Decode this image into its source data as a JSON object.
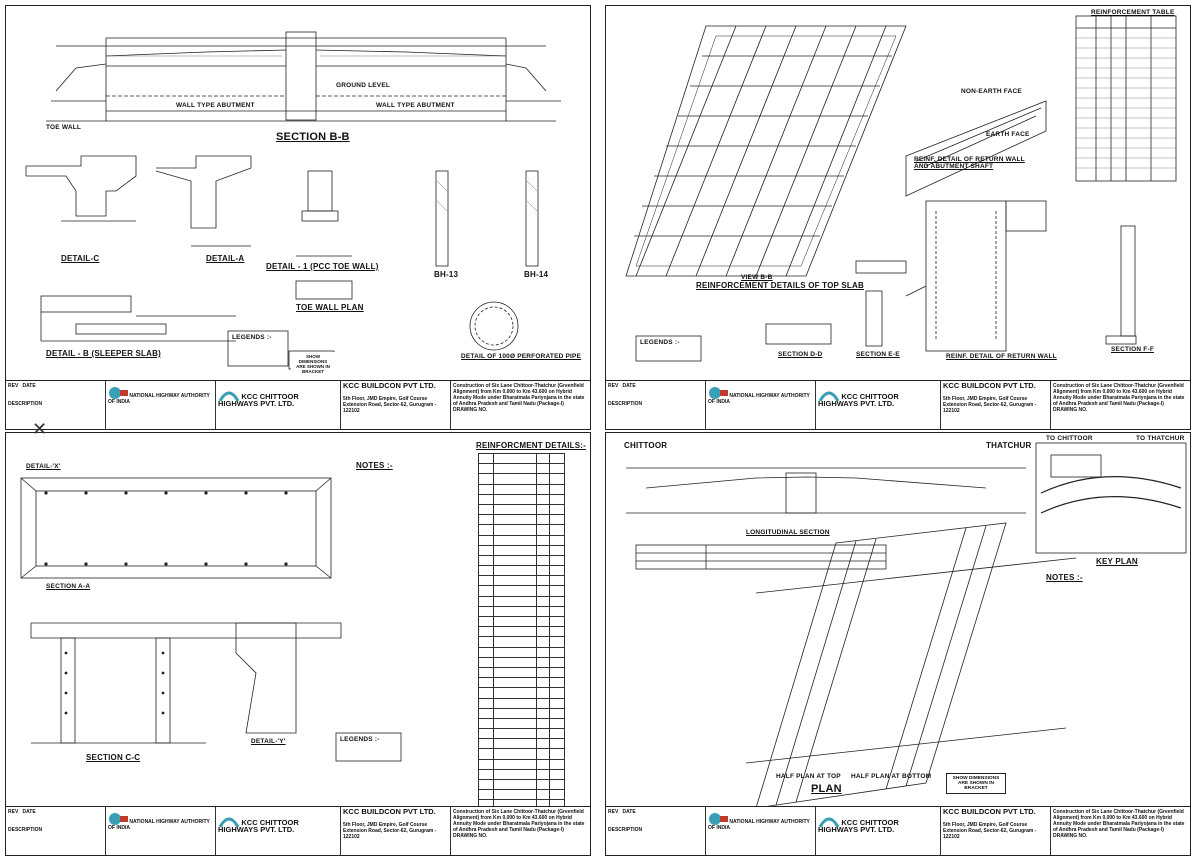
{
  "sheets": {
    "tl": {
      "titles": {
        "section_bb": "SECTION B-B",
        "detail_c": "DETAIL-C",
        "detail_a": "DETAIL-A",
        "detail_1": "DETAIL - 1 (PCC TOE WALL)",
        "toe_wall_plan": "TOE WALL PLAN",
        "detail_b": "DETAIL - B (SLEEPER SLAB)",
        "perforated_pipe": "DETAIL OF 100Ø PERFORATED PIPE",
        "bh13": "BH-13",
        "bh14": "BH-14"
      },
      "labels": {
        "wall_type_abutment": "WALL TYPE ABUTMENT",
        "toe_wall": "TOE WALL",
        "ground_level": "GROUND LEVEL",
        "legends": "LEGENDS :-",
        "dims_note": "SHOW DIMENSIONS ARE SHOWN IN BRACKET"
      }
    },
    "tr": {
      "titles": {
        "top_slab": "REINFORCEMENT DETAILS OF TOP SLAB",
        "view_bb": "VIEW B-B",
        "return_wall_shaft": "REINF. DETAIL OF RETURN WALL AND ABUTMENT SHAFT",
        "return_wall": "REINF. DETAIL OF RETURN WALL",
        "section_dd": "SECTION D-D",
        "section_ee": "SECTION E-E",
        "section_ff": "SECTION F-F",
        "reinf_table": "REINFORCEMENT TABLE"
      },
      "labels": {
        "earth_face_top": "NON-EARTH FACE",
        "earth_face": "EARTH FACE",
        "legends": "LEGENDS :-"
      }
    },
    "bl": {
      "titles": {
        "detail_x": "DETAIL-'X'",
        "section_aa": "SECTION A-A",
        "section_cc": "SECTION C-C",
        "detail_y": "DETAIL-'Y'",
        "notes": "NOTES :-",
        "reinf_details": "REINFORCMENT DETAILS:-"
      },
      "labels": {
        "legends": "LEGENDS :-"
      }
    },
    "br": {
      "titles": {
        "chittoor": "CHITTOOR",
        "thatchur": "THATCHUR",
        "to_chittoor": "TO CHITTOOR",
        "to_thatchur": "TO THATCHUR",
        "longitudinal_section": "LONGITUDINAL SECTION",
        "key_plan": "KEY PLAN",
        "notes": "NOTES :-",
        "plan": "PLAN",
        "half_plan_top": "HALF PLAN AT TOP",
        "half_plan_bottom": "HALF PLAN AT BOTTOM",
        "dims_note": "SHOW DIMENSIONS ARE SHOWN IN BRACKET"
      }
    }
  },
  "title_block": {
    "authority": "NATIONAL HIGHWAY AUTHORITY OF INDIA",
    "client": "KCC CHITTOOR HIGHWAYS PVT. LTD.",
    "contractor": "KCC BUILDCON PVT LTD.",
    "address": "5th Floor, JMD Empire, Golf Course Extension Road, Sector-62, Gurugram - 122102",
    "description": "DESCRIPTION",
    "date": "DATE",
    "rev": "REV",
    "drawing_no": "DRAWING NO.",
    "project": "Construction of Six Lane Chittoor-Thatchur (Greenfield Alignment) from Km 0.000 to Km 43.600 on Hybrid Annuity Mode under Bharatmala Pariyojana in the state of Andhra Pradesh and Tamil Nadu (Package-I)"
  },
  "colors": {
    "line": "#222222",
    "hatch": "#555555",
    "logo_teal": "#3a9fb5",
    "logo_red": "#c0392b"
  }
}
